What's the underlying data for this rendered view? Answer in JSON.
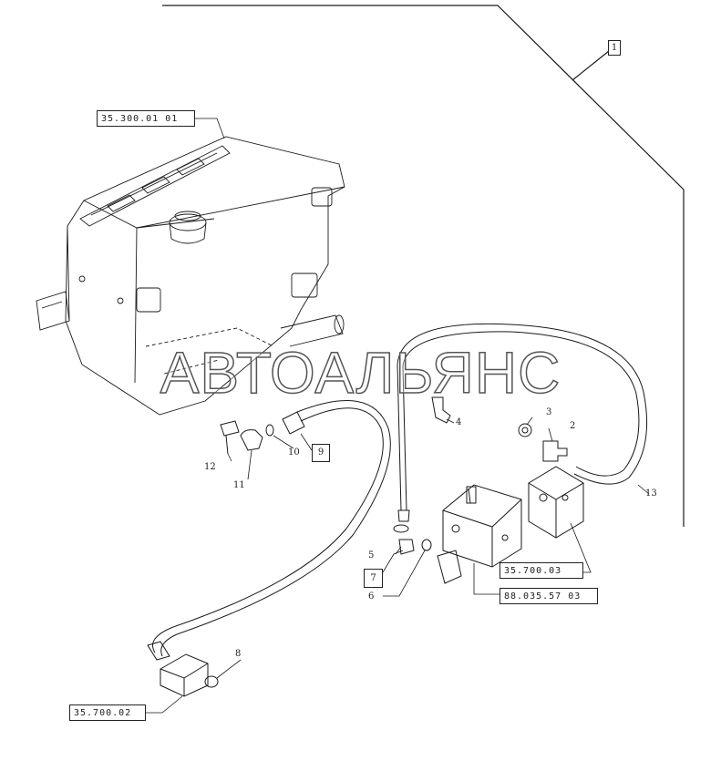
{
  "references": {
    "tank": "35.300.01 01",
    "valve_block": "35.700.03",
    "distributor": "88.035.57 03",
    "bottom_block": "35.700.02"
  },
  "boxed_numbers": {
    "assembly": "1",
    "hose_9": "9",
    "fitting_7": "7"
  },
  "callouts": {
    "c2": "2",
    "c3": "3",
    "c4": "4",
    "c5": "5",
    "c6": "6",
    "c8": "8",
    "c10": "10",
    "c11": "11",
    "c12": "12",
    "c13": "13"
  },
  "watermark": "АВТОАЛЬЯНС"
}
